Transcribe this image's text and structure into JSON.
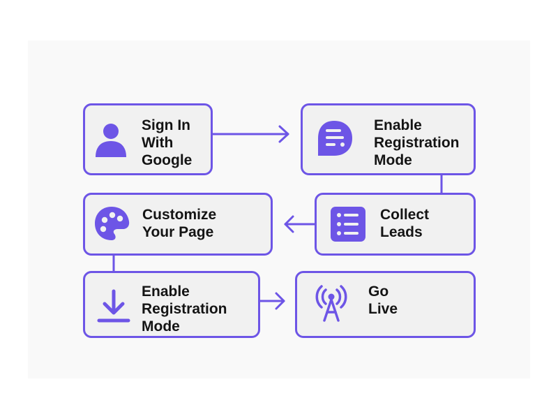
{
  "steps": [
    {
      "label": "Sign In\nWith\nGoogle",
      "icon": "user-icon"
    },
    {
      "label": "Enable\nRegistration\nMode",
      "icon": "chat-bubble-icon"
    },
    {
      "label": "Customize\nYour Page",
      "icon": "palette-icon"
    },
    {
      "label": "Collect\nLeads",
      "icon": "list-icon"
    },
    {
      "label": "Enable\nRegistration\nMode",
      "icon": "download-icon"
    },
    {
      "label": "Go\nLive",
      "icon": "broadcast-tower-icon"
    }
  ],
  "colors": {
    "accent": "#6d55e6",
    "card_bg": "#f1f1f1",
    "text": "#141414"
  }
}
